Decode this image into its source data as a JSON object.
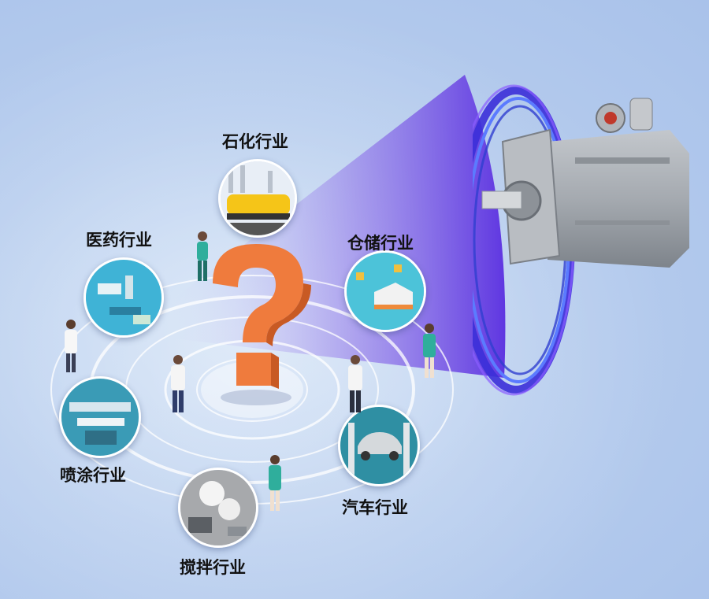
{
  "industries": {
    "petrochemical": "石化行业",
    "pharmaceutical": "医药行业",
    "warehousing": "仓储行业",
    "spraying": "喷涂行业",
    "mixing": "搅拌行业",
    "automotive": "汽车行业"
  },
  "colors": {
    "background": "#b7cdee",
    "question_mark": "#ef7b3d",
    "beam_purple": "#6a3de0",
    "ring_blue": "#3b4be8",
    "motor_body": "#9ea3a8"
  },
  "icons": {
    "center": "question-mark-icon",
    "product": "servo-motor-image"
  }
}
